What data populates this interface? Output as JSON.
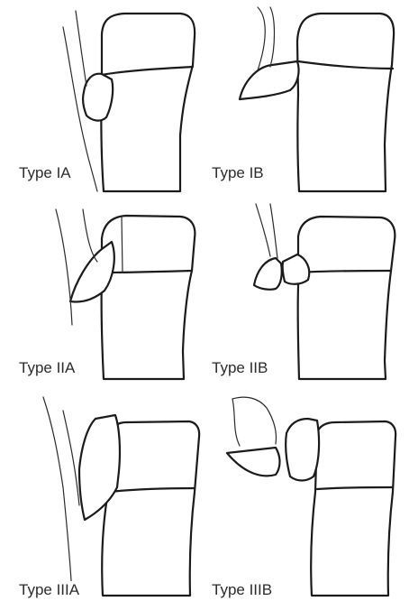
{
  "panels": [
    {
      "id": "IA",
      "label": "Type IA"
    },
    {
      "id": "IB",
      "label": "Type IB"
    },
    {
      "id": "IIA",
      "label": "Type IIA"
    },
    {
      "id": "IIB",
      "label": "Type IIB"
    },
    {
      "id": "IIIA",
      "label": "Type IIIA"
    },
    {
      "id": "IIIB",
      "label": "Type IIIB"
    }
  ]
}
